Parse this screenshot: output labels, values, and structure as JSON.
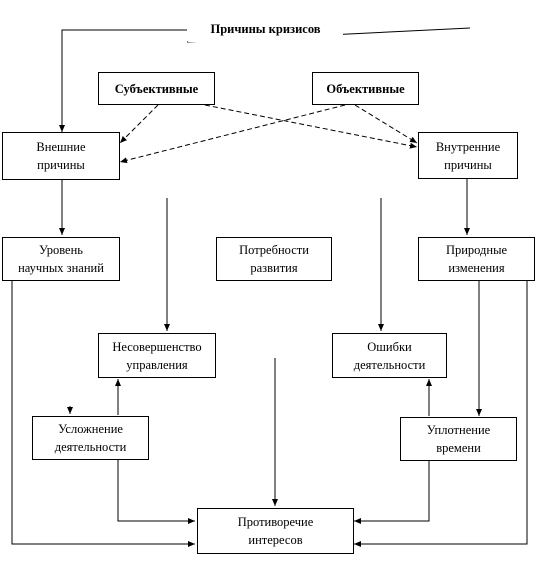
{
  "diagram": {
    "title": "Причины кризисов",
    "categories": {
      "subjective": "Субъективные",
      "objective": "Объективные"
    },
    "groups": {
      "external": "Внешние\nпричины",
      "internal": "Внутренние\nпричины"
    },
    "factors": {
      "science_level": "Уровень\nнаучных знаний",
      "development_needs": "Потребности\nразвития",
      "natural_changes": "Природные\nизменения",
      "management_imperfection": "Несовершенство\nуправления",
      "activity_errors": "Ошибки\nдеятельности",
      "activity_complexity": "Усложнение\nдеятельности",
      "time_compression": "Уплотнение\nвремени",
      "interest_contradiction": "Противоречие\nинтересов"
    }
  }
}
